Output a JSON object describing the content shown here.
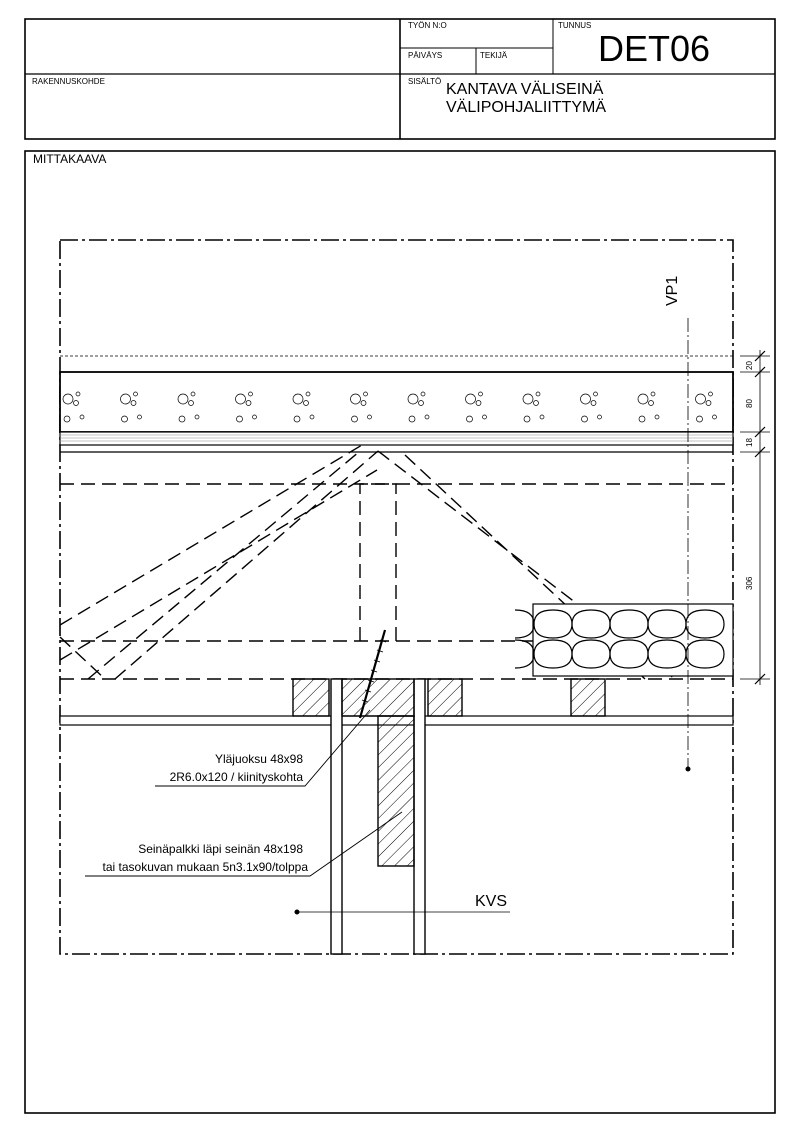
{
  "title_block": {
    "tyon_no_label": "TYÖN N:O",
    "tunnus_label": "TUNNUS",
    "tunnus_value": "DET06",
    "paivays_label": "PÄIVÄYS",
    "tekija_label": "TEKIJÄ",
    "rakennuskohde_label": "RAKENNUSKOHDE",
    "sisalto_label": "SISÄLTÖ",
    "sisalto_line1": "KANTAVA VÄLISEINÄ",
    "sisalto_line2": "VÄLIPOHJALIITTYMÄ"
  },
  "drawing": {
    "scale_label": "MITTAKAAVA",
    "section_vp": "VP1",
    "section_kvs": "KVS",
    "dimensions": [
      "20",
      "80",
      "18",
      "306"
    ],
    "annotations": {
      "top_plate_line1": "Yläjuoksu 48x98",
      "top_plate_line2": "2R6.0x120 / kiinityskohta",
      "wall_beam_line1": "Seinäpalkki läpi seinän 48x198",
      "wall_beam_line2": "tai tasokuvan mukaan 5n3.1x90/tolppa"
    }
  }
}
